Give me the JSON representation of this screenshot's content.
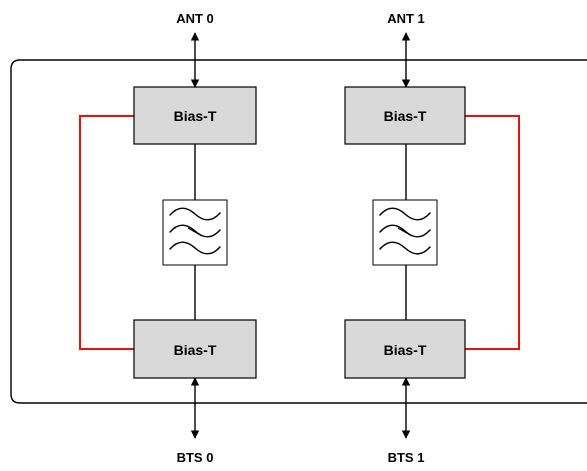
{
  "ports": {
    "ant0": "ANT 0",
    "ant1": "ANT 1",
    "bts0": "BTS 0",
    "bts1": "BTS 1"
  },
  "blocks": {
    "bias_t_ant0": "Bias-T",
    "bias_t_ant1": "Bias-T",
    "bias_t_bts0": "Bias-T",
    "bias_t_bts1": "Bias-T"
  },
  "icons": {
    "filter": "bandpass-filter-icon",
    "arrow": "double-headed-arrow-icon"
  },
  "colors": {
    "bias_box_fill": "#d9d9d9",
    "dc_path": "#e8120c",
    "line": "#000000",
    "background": "#ffffff"
  }
}
